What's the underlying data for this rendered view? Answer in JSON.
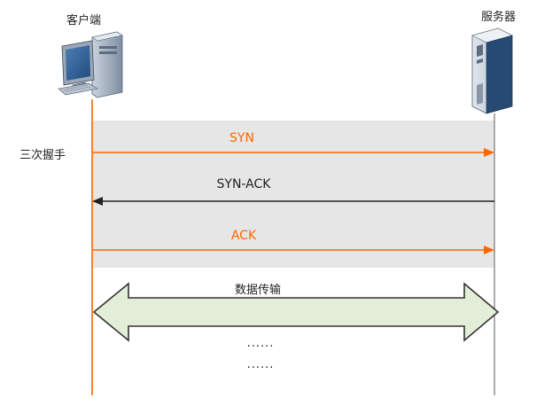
{
  "client": {
    "label": "客户端"
  },
  "server": {
    "label": "服务器"
  },
  "handshake": {
    "label": "三次握手",
    "messages": [
      {
        "label": "SYN",
        "direction": "client-to-server",
        "color": "#FF6600"
      },
      {
        "label": "SYN-ACK",
        "direction": "server-to-client",
        "color": "#222222"
      },
      {
        "label": "ACK",
        "direction": "client-to-server",
        "color": "#FF6600"
      }
    ]
  },
  "transfer": {
    "label": "数据传输"
  },
  "ellipsis": [
    "......",
    "......"
  ],
  "colors": {
    "client_line": "#FF6600",
    "server_line": "#888888",
    "band": "#E6E6E6",
    "double_arrow_fill": "#E3EDD7",
    "double_arrow_stroke": "#333333"
  }
}
